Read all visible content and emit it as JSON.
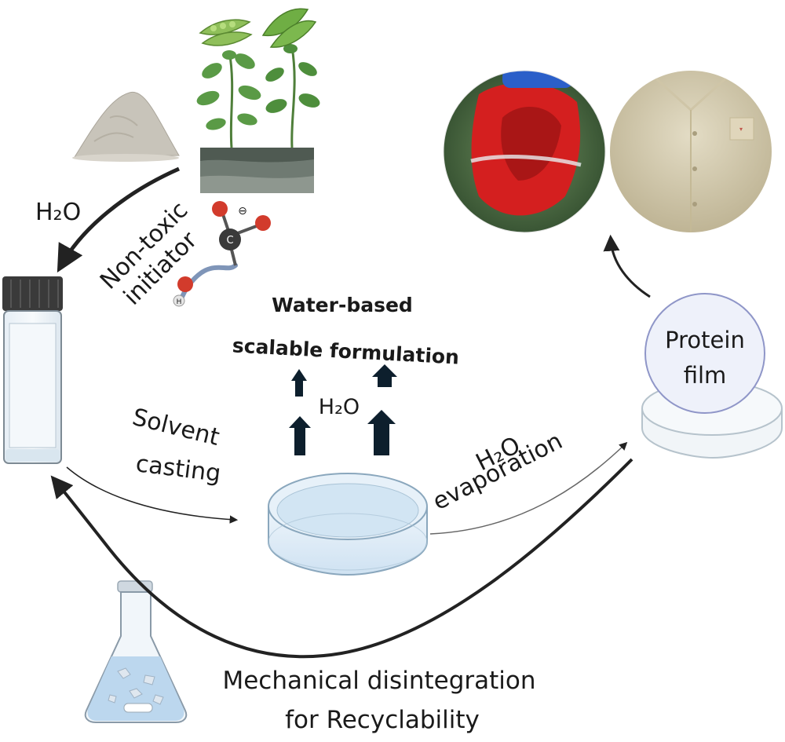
{
  "labels": {
    "h2o_left": "H₂O",
    "non_toxic": "Non-toxic",
    "initiator": "initiator",
    "title_line1": "Water-based",
    "title_line2": "scalable formulation",
    "h2o_center": "H₂O",
    "solvent": "Solvent",
    "casting": "casting",
    "h2o_evap": "H₂O",
    "evaporation": "evaporation",
    "protein": "Protein",
    "film": "film",
    "mech_line1": "Mechanical disintegration",
    "mech_line2": "for Recyclability"
  },
  "molecule_atoms": {
    "carbon": "C",
    "charge": "⊖",
    "hydrogen": "H"
  },
  "colors": {
    "arrow": "#222222",
    "vapor_arrow": "#0d1f2d",
    "film_circle": "#eef1fa",
    "film_border": "#8f96c8",
    "flask_liquid": "#bcd7ee",
    "leaf": "#5a9a46",
    "soil": "#4f5a52",
    "powder": "#c8c4ba",
    "rose": "#d41f1f"
  }
}
